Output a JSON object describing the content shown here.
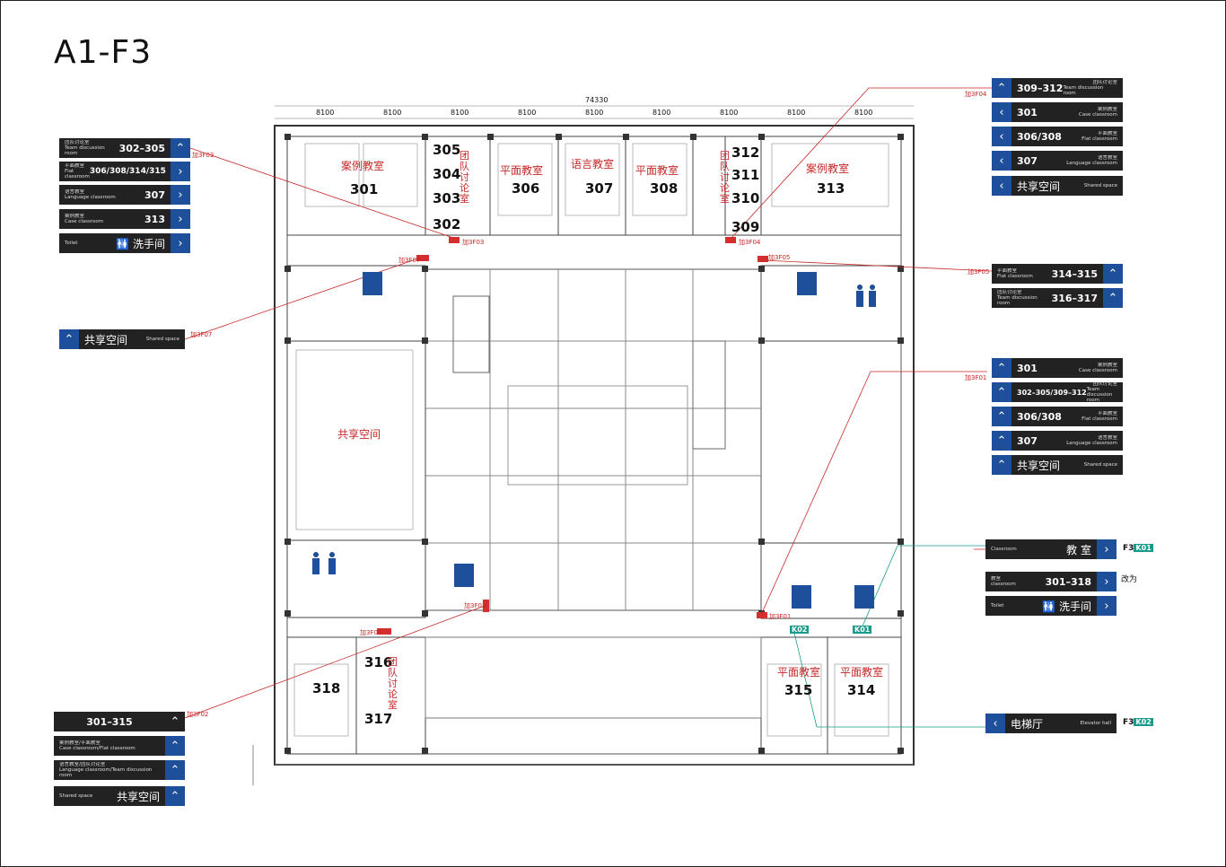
{
  "title": "A1-F3",
  "plan": {
    "rooms": [
      {
        "id": "301",
        "label": "301"
      },
      {
        "id": "302",
        "label": "302"
      },
      {
        "id": "303",
        "label": "303"
      },
      {
        "id": "304",
        "label": "304"
      },
      {
        "id": "305",
        "label": "305"
      },
      {
        "id": "306",
        "label": "306"
      },
      {
        "id": "307",
        "label": "307"
      },
      {
        "id": "308",
        "label": "308"
      },
      {
        "id": "309",
        "label": "309"
      },
      {
        "id": "310",
        "label": "310"
      },
      {
        "id": "311",
        "label": "311"
      },
      {
        "id": "312",
        "label": "312"
      },
      {
        "id": "313",
        "label": "313"
      },
      {
        "id": "314",
        "label": "314"
      },
      {
        "id": "315",
        "label": "315"
      },
      {
        "id": "316",
        "label": "316"
      },
      {
        "id": "317",
        "label": "317"
      },
      {
        "id": "318",
        "label": "318"
      }
    ],
    "red_labels": {
      "case1": "案例教室",
      "case2": "案例教室",
      "flat1": "平面教室",
      "lang": "语言教室",
      "flat2": "平面教室",
      "shared": "共享空间",
      "flat3": "平面教室",
      "flat4": "平面教室",
      "team1": "团队讨论室",
      "team2": "团队讨论室",
      "team3": "团队讨论室"
    },
    "dims": [
      "8100",
      "8100",
      "8100",
      "8100",
      "8100",
      "8100",
      "8100",
      "8100",
      "8100"
    ],
    "total_dim": "74330"
  },
  "codes": {
    "f03a": "加3F03",
    "f03b": "加3F03",
    "f04a": "加3F04",
    "f04b": "加3F04",
    "f05a": "加3F05",
    "f05b": "加3F05",
    "f07a": "加3F07",
    "f07b": "加3F07",
    "f01a": "加3F01",
    "f01b": "加3F01",
    "f02": "加3F02",
    "f06": "加3F06",
    "f03c": "加3F03"
  },
  "left_signs": {
    "s1": {
      "cn": "团队讨论室",
      "en": "Team discussion room",
      "num": "302–305"
    },
    "s2": {
      "cn": "平面教室",
      "en": "Flat classroom",
      "num": "306/308/314/315"
    },
    "s3": {
      "cn": "语言教室",
      "en": "Language classroom",
      "num": "307"
    },
    "s4": {
      "cn": "案例教室",
      "en": "Case classroom",
      "num": "313"
    },
    "s5": {
      "en": "Toilet",
      "cn": "洗手间"
    },
    "shared": {
      "cn": "共享空间",
      "en": "Shared space"
    },
    "b1": {
      "num": "301–315"
    },
    "b2": {
      "cn": "案例教室/平面教室",
      "en": "Case classroom/Flat classroom"
    },
    "b3": {
      "cn": "语言教室/团队讨论室",
      "en": "Language classroom/Team discussion room"
    },
    "b4": {
      "en": "Shared space",
      "cn": "共享空间"
    }
  },
  "right_top": [
    {
      "num": "309–312",
      "cn": "团队讨论室",
      "en": "Team discussion room"
    },
    {
      "num": "301",
      "cn": "案例教室",
      "en": "Case classroom"
    },
    {
      "num": "306/308",
      "cn": "平面教室",
      "en": "Flat classroom"
    },
    {
      "num": "307",
      "cn": "语言教室",
      "en": "Language classroom"
    },
    {
      "num": "共享空间",
      "cn": "",
      "en": "Shared space"
    }
  ],
  "right_mid": [
    {
      "cn": "平面教室",
      "en": "Flat classroom",
      "num": "314–315"
    },
    {
      "cn": "团队讨论室",
      "en": "Team discussion room",
      "num": "316–317"
    }
  ],
  "right_low": [
    {
      "num": "301",
      "cn": "案例教室",
      "en": "Case classroom"
    },
    {
      "num": "302–305/309–312",
      "cn": "团队讨论室",
      "en": "Team discussion room"
    },
    {
      "num": "306/308",
      "cn": "平面教室",
      "en": "Flat classroom"
    },
    {
      "num": "307",
      "cn": "语言教室",
      "en": "Language classroom"
    },
    {
      "num": "共享空间",
      "cn": "",
      "en": "Shared space"
    }
  ],
  "k_signs": {
    "classroom": {
      "en": "Classroom",
      "cn": "教 室"
    },
    "range": {
      "cn": "教室",
      "en": "classroom",
      "num": "301–318"
    },
    "toilet": {
      "en": "Toilet",
      "cn": "洗手间"
    },
    "elevator": {
      "cn": "电梯厅",
      "en": "Elevator hall"
    },
    "change_note": "改为",
    "k01": {
      "f": "F3",
      "k": "K01"
    },
    "k02": {
      "f": "F3",
      "k": "K02"
    },
    "plan_k01": "K01",
    "plan_k02": "K02"
  },
  "colors": {
    "navy": "#1d4f9a",
    "sign": "#222222",
    "red": "#c62828",
    "teal": "#1a9a8a"
  }
}
